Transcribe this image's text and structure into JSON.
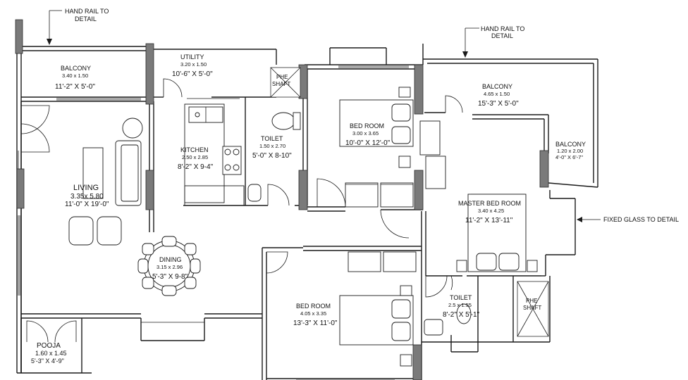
{
  "annotations": {
    "rail_left_1": "HAND RAIL TO",
    "rail_left_2": "DETAIL",
    "rail_right_1": "HAND RAIL TO",
    "rail_right_2": "DETAIL",
    "fixed_glass": "FIXED GLASS TO DETAIL"
  },
  "rooms": {
    "balcony_left": {
      "name": "BALCONY",
      "metric": "3.40 x 1.50",
      "imperial": "11'-2\" X 5'-0\""
    },
    "utility": {
      "name": "UTILITY",
      "metric": "3.20 x 1.50",
      "imperial": "10'-6\" X 5'-0\""
    },
    "phe_shaft_top_1": "PHE",
    "phe_shaft_top_2": "SHAFT",
    "kitchen": {
      "name": "KITCHEN",
      "metric": "2.50 x 2.85",
      "imperial": "8'-2\" X 9-4\""
    },
    "toilet_top": {
      "name": "TOILET",
      "metric": "1.50 x 2.70",
      "imperial": "5'-0\" X 8-10\""
    },
    "bedroom_top": {
      "name": "BED ROOM",
      "metric": "3.00 x 3.65",
      "imperial": "10'-0\" X 12'-0\""
    },
    "balcony_right": {
      "name": "BALCONY",
      "metric": "4.65 x 1.50",
      "imperial": "15'-3\" X 5'-0\""
    },
    "balcony_side": {
      "name": "BALCONY",
      "metric": "1.20 x 2.00",
      "imperial": "4'-0\" X 6'-7\""
    },
    "living": {
      "name": "LIVING",
      "metric": "3.35x 5.80",
      "imperial": "11'-0\" X 19'-0\""
    },
    "master_bedroom": {
      "name": "MASTER BED ROOM",
      "metric": "3.40 x 4.25",
      "imperial": "11'-2\" X 13'-11\""
    },
    "dining": {
      "name": "DINING",
      "metric": "3.15 x 2.96",
      "imperial": "5'-3\" X 9-8\""
    },
    "bedroom_bottom": {
      "name": "BED ROOM",
      "metric": "4.05 x 3.35",
      "imperial": "13'-3\" X 11'-0\""
    },
    "toilet_bottom": {
      "name": "TOILET",
      "metric": "2.5 x 1.55",
      "imperial": "8'-2\" X 5'-1\""
    },
    "phe_shaft_bottom_1": "PHE",
    "phe_shaft_bottom_2": "SHAFT",
    "pooja": {
      "name": "POOJA",
      "metric": "1.60 x 1.45",
      "imperial": "5'-3\" X 4'-9\""
    }
  }
}
